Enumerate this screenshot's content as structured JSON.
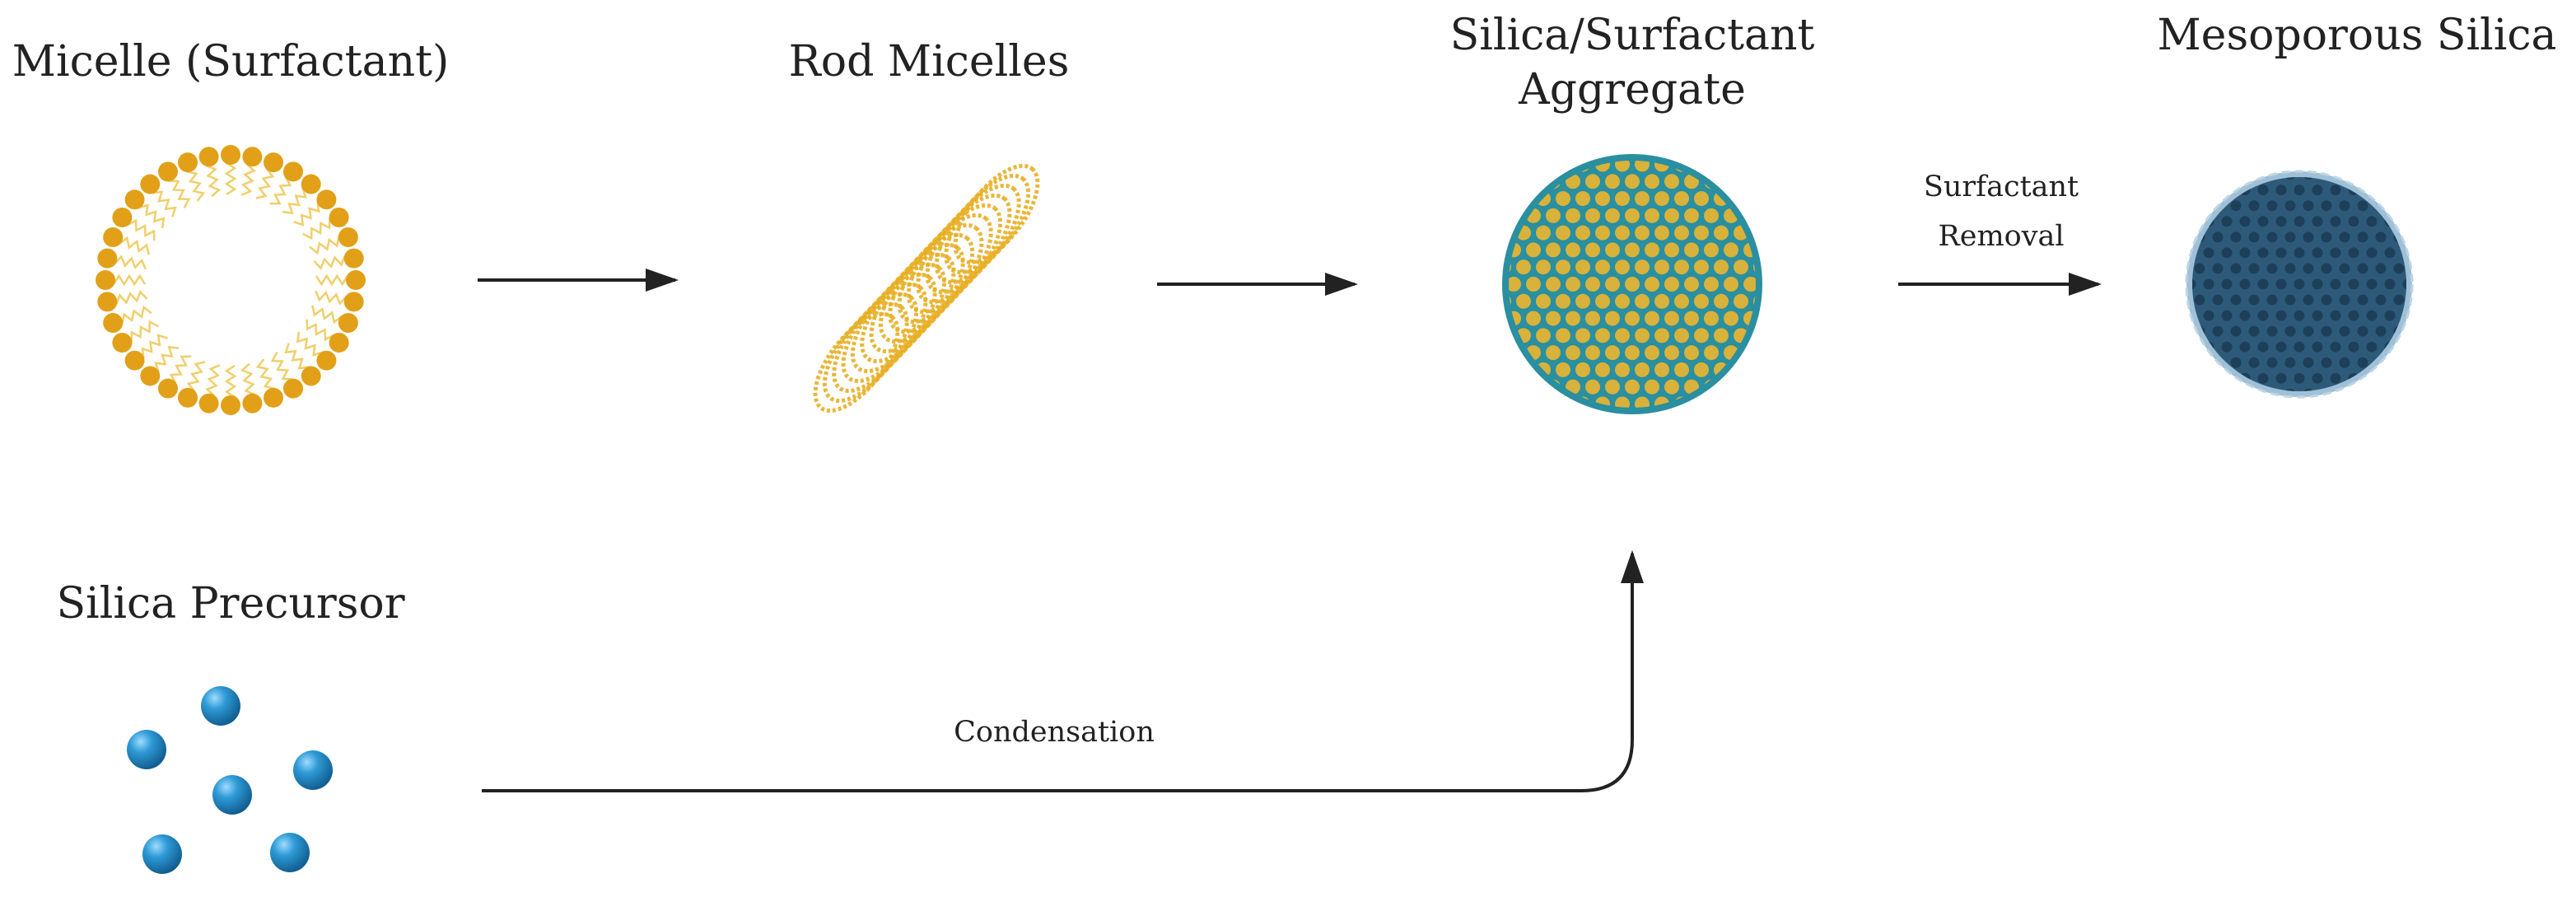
{
  "stages": {
    "micelle": {
      "label": "Micelle (Surfactant)"
    },
    "rod": {
      "label": "Rod Micelles"
    },
    "aggregate": {
      "label_line1": "Silica/Surfactant",
      "label_line2": "Aggregate"
    },
    "mesoporous": {
      "label": "Mesoporous Silica"
    },
    "precursor": {
      "label": "Silica Precursor"
    }
  },
  "arrows": {
    "removal": {
      "label_line1": "Surfactant",
      "label_line2": "Removal"
    },
    "condensation": {
      "label": "Condensation"
    }
  },
  "colors": {
    "surfactant_head": "#E2A019",
    "surfactant_tail": "#F0CF6A",
    "rod": "#E8AE22",
    "silica": "#2A8FA0",
    "silica_pore_fill": "#D8B23A",
    "mesoporous_body": "#2E5A79",
    "mesoporous_pore": "#1E3F5A",
    "mesoporous_rim": "#9FC0D6",
    "precursor_sphere": "#2E9AD6",
    "arrow": "#222222"
  }
}
